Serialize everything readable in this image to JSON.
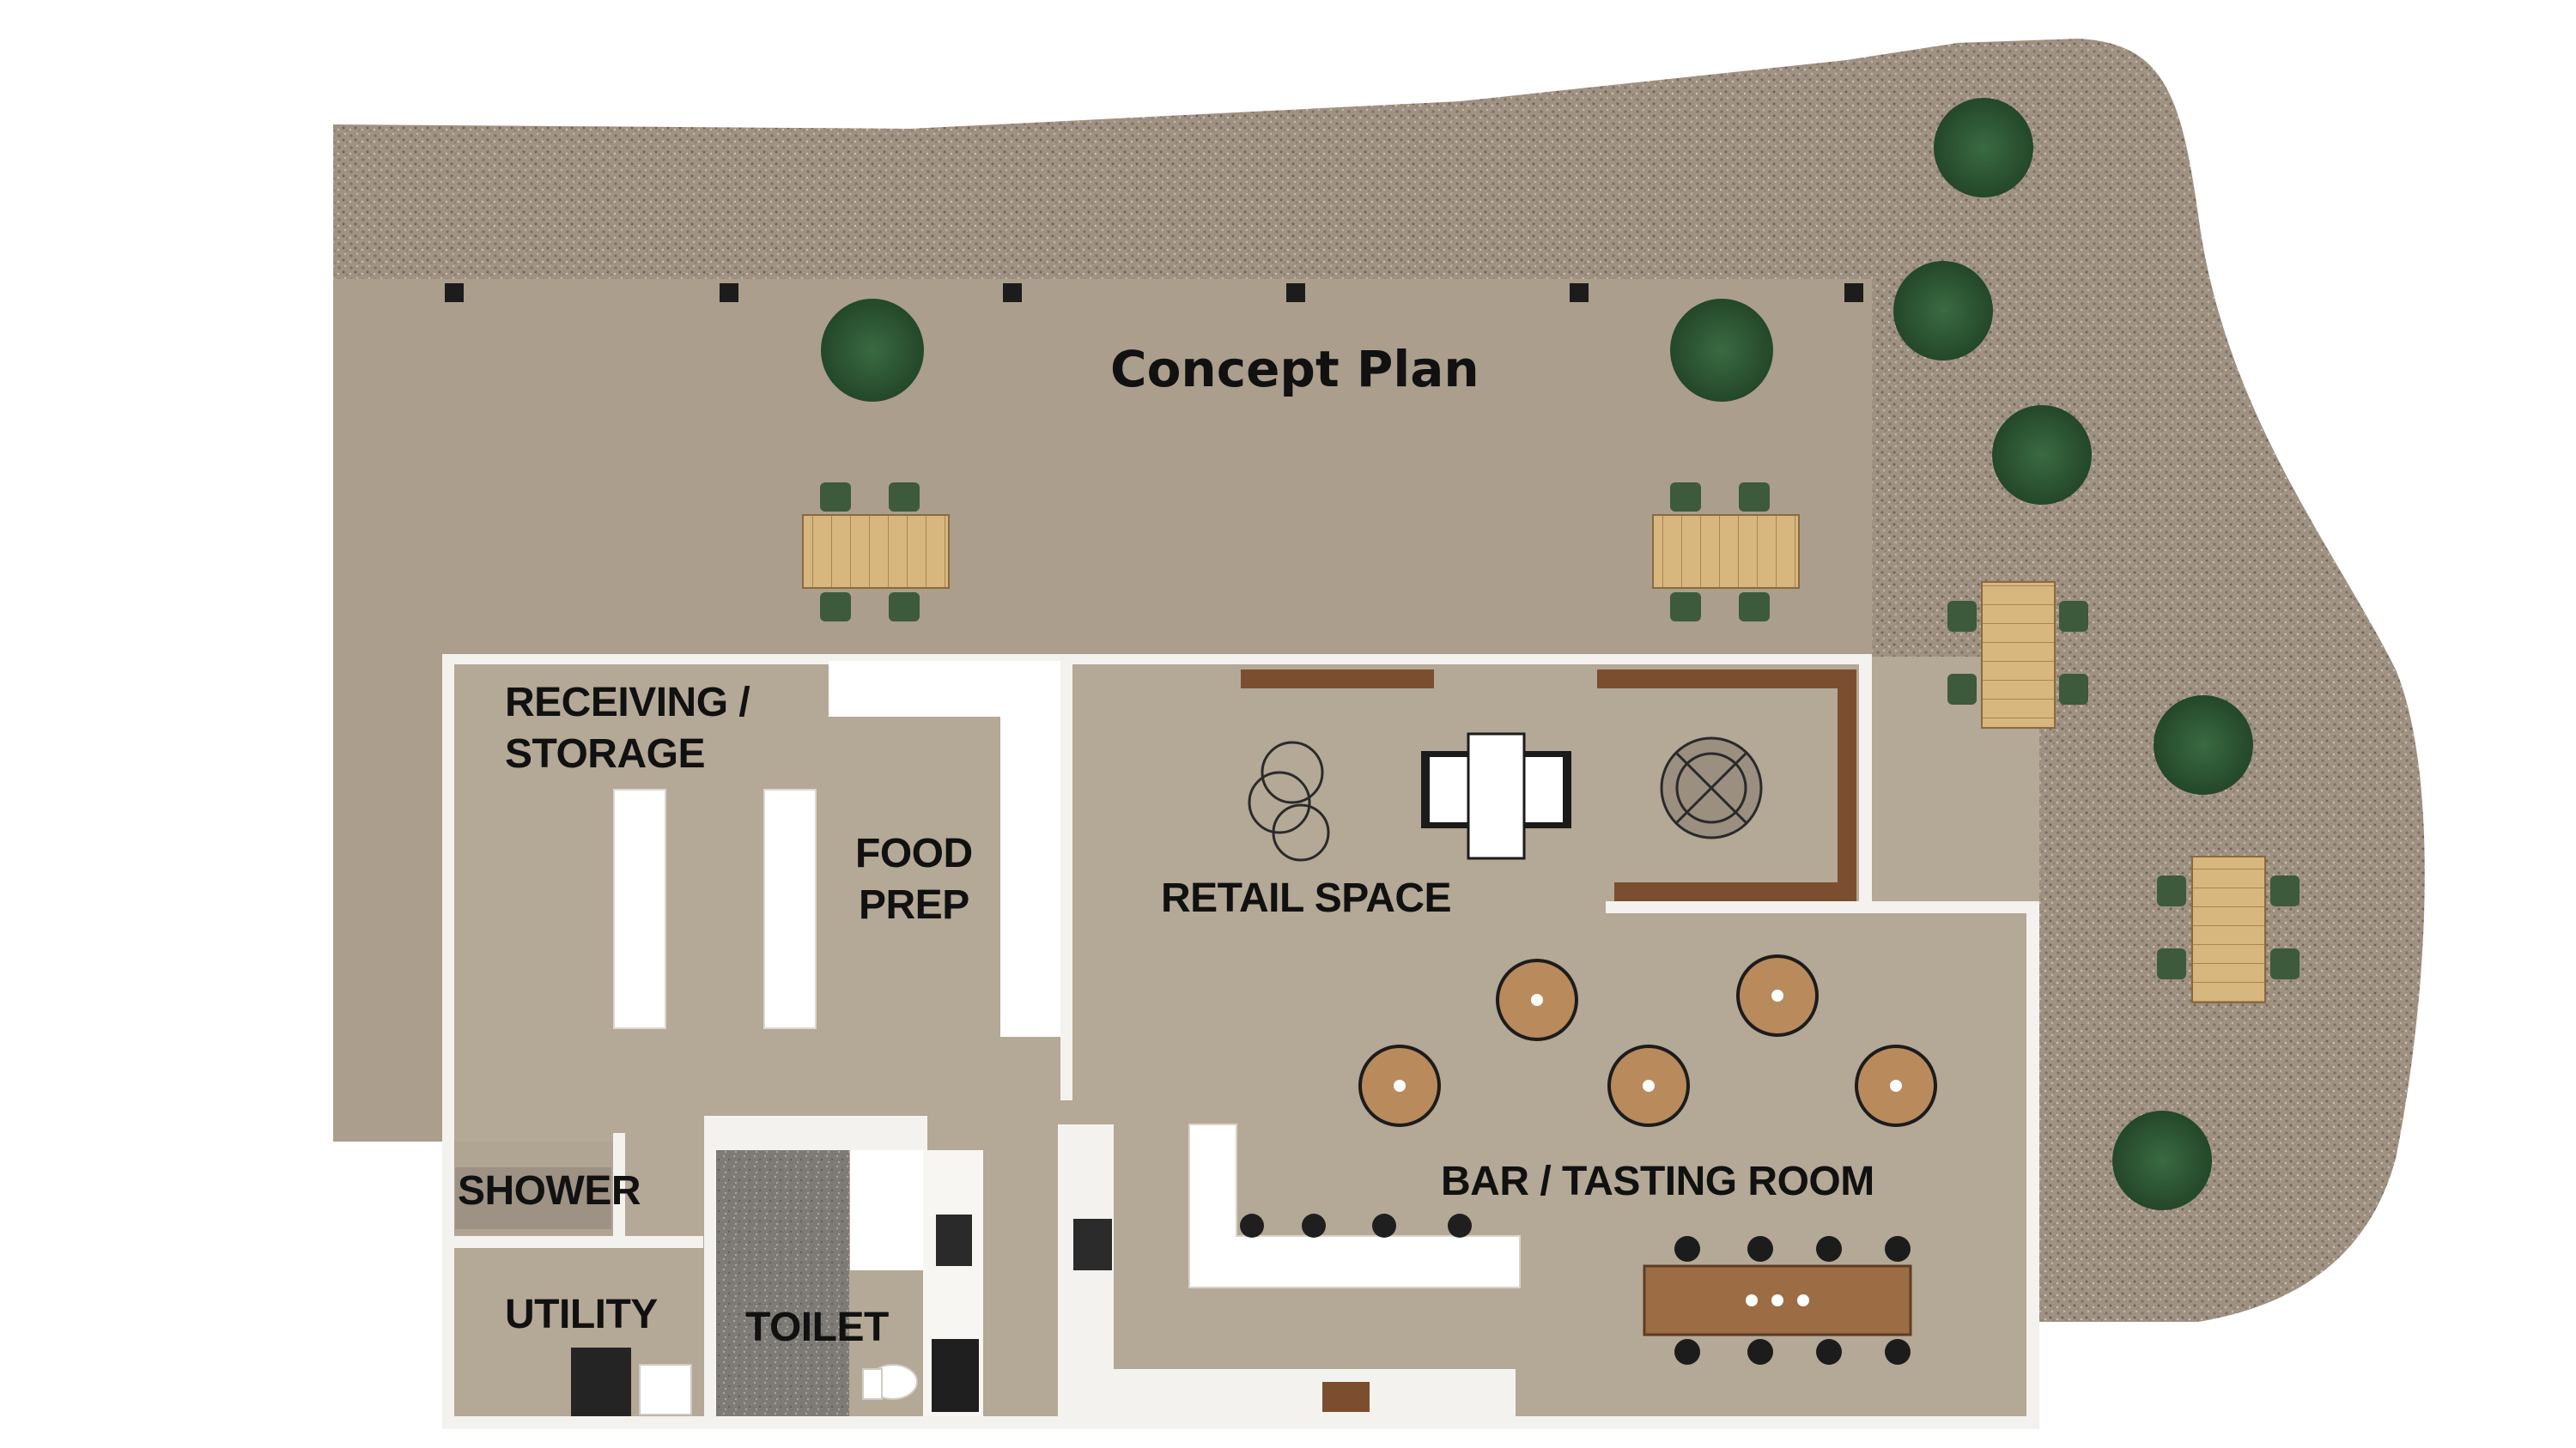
{
  "plan": {
    "title": "Concept Plan",
    "rooms": {
      "receiving_line1": "RECEIVING /",
      "receiving_line2": "STORAGE",
      "food_prep_line1": "FOOD",
      "food_prep_line2": "PREP",
      "retail": "RETAIL SPACE",
      "bar": "BAR / TASTING ROOM",
      "shower": "SHOWER",
      "utility": "UTILITY",
      "toilet": "TOILET"
    },
    "colors": {
      "gravel": "#a8998a",
      "patio_paving": "#a89b8a",
      "interior_floor": "#b3a796",
      "wall": "#f2f0ec",
      "umbrella_green": "#2f5d36",
      "chair_green": "#3d5a3d",
      "wood_table": "#c9a36a",
      "bar_top": "#ffffff",
      "round_table_wood": "#b5875a",
      "counter_wood": "#8a5a3a"
    }
  }
}
